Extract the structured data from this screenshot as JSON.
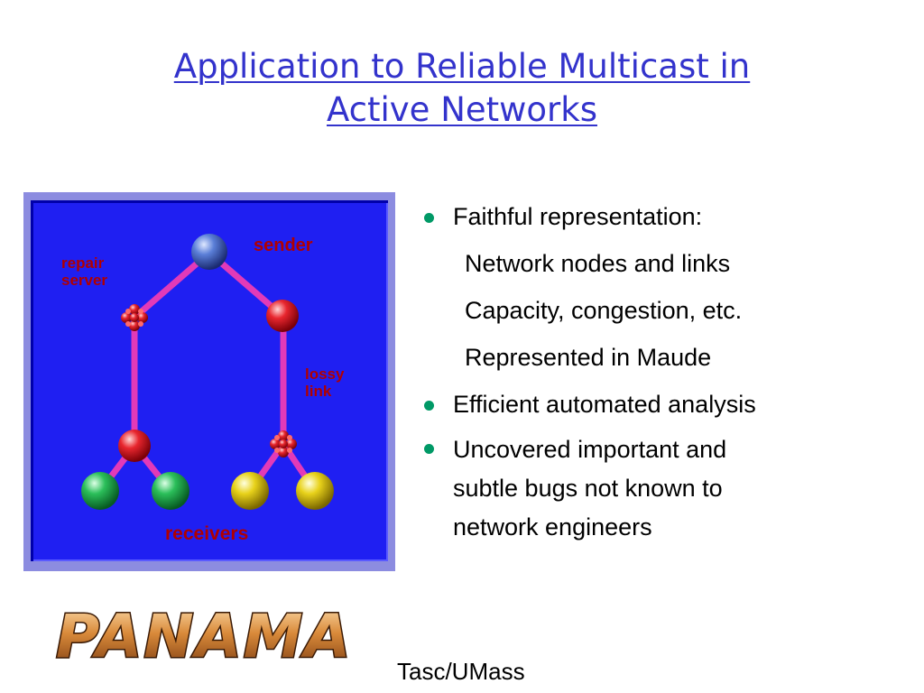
{
  "slide": {
    "title_line1": "Application to Reliable Multicast in",
    "title_line2": "Active Networks"
  },
  "diagram": {
    "labels": {
      "sender": "sender",
      "repair_server_line1": "repair",
      "repair_server_line2": "server",
      "lossy_link_line1": "lossy",
      "lossy_link_line2": "link",
      "receivers": "receivers"
    },
    "colors": {
      "background": "#1f1ff2",
      "frame": "#8c8ce0",
      "links": "#e23ab8",
      "sender_node": "#4a6fd0",
      "router_node": "#e8262e",
      "receiver_green": "#2bbf5a",
      "receiver_yellow": "#e8d21a",
      "label_text": "#b00000"
    }
  },
  "bullets": [
    {
      "text": "Faithful representation:"
    },
    {
      "sub": "Network nodes and links"
    },
    {
      "sub": "Capacity, congestion, etc."
    },
    {
      "sub": "Represented in Maude"
    },
    {
      "text": "Efficient automated analysis"
    },
    {
      "text_lines": [
        "Uncovered important and",
        "subtle bugs not known to",
        "network engineers"
      ]
    }
  ],
  "footer": {
    "logo_text": "PANAMA",
    "credit": "Tasc/UMass"
  }
}
